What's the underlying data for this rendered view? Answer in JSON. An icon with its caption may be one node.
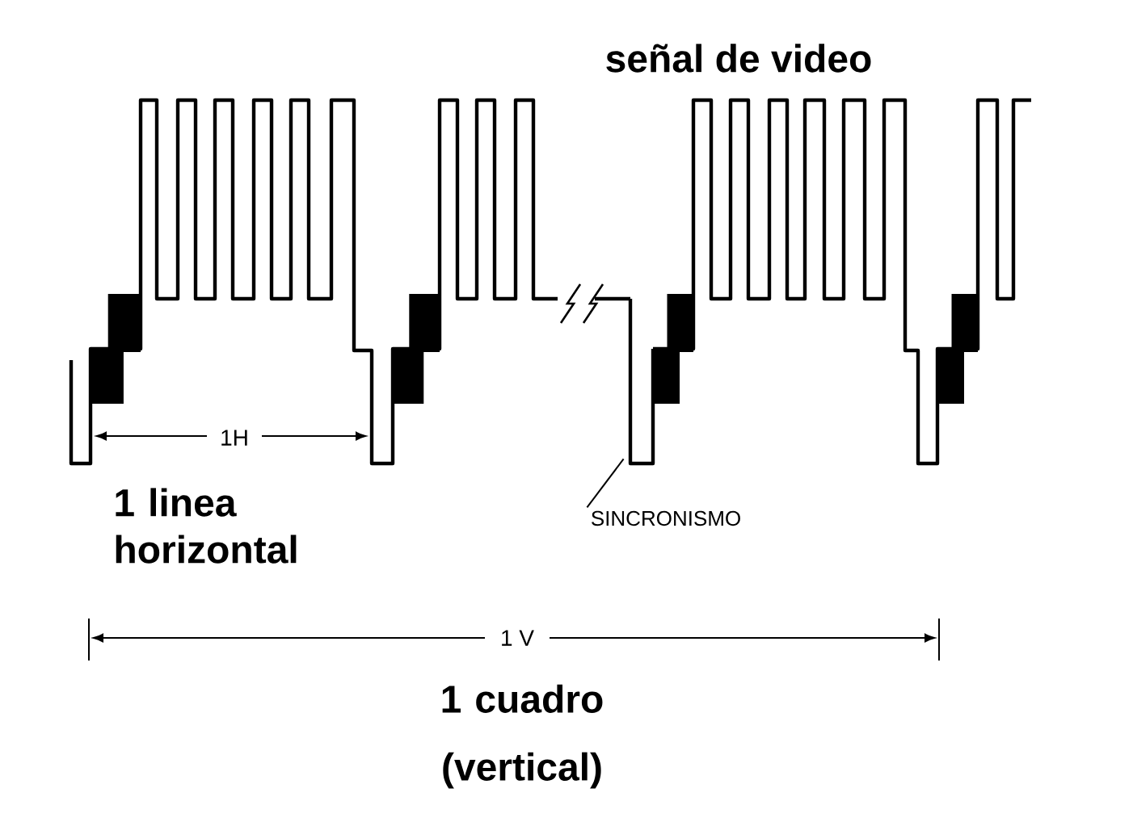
{
  "diagram": {
    "title": "señal de video",
    "nodes": [
      {
        "text": [
          "SINCRONISMO"
        ]
      },
      {
        "text": [],
        "shape": "bar"
      }
    ],
    "edges": [
      {
        "from": 0,
        "to": 1,
        "arrow": "none"
      }
    ],
    "labels": [
      "1H",
      "1 linea horizontal",
      "1 V",
      "1 cuadro (vertical)"
    ]
  }
}
